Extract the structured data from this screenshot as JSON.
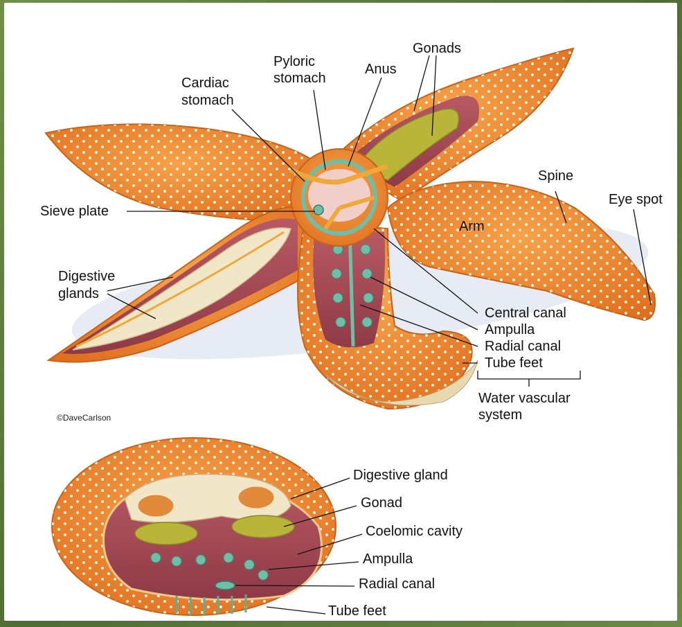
{
  "labels": {
    "pyloric_stomach": [
      "Pyloric",
      "stomach"
    ],
    "gonads": "Gonads",
    "anus": "Anus",
    "cardiac_stomach": [
      "Cardiac",
      "stomach"
    ],
    "spine": "Spine",
    "eye_spot": "Eye spot",
    "sieve_plate": "Sieve plate",
    "arm": "Arm",
    "digestive_glands": [
      "Digestive",
      "glands"
    ],
    "central_canal": "Central canal",
    "ampulla": "Ampulla",
    "radial_canal": "Radial canal",
    "tube_feet": "Tube feet",
    "water_vascular_system": [
      "Water vascular",
      "system"
    ]
  },
  "cross_section_labels": {
    "digestive_gland": "Digestive gland",
    "gonad": "Gonad",
    "coelomic_cavity": "Coelomic cavity",
    "ampulla": "Ampulla",
    "radial_canal": "Radial canal",
    "tube_feet": "Tube feet"
  },
  "credit": "©DaveCarlson",
  "colors": {
    "skin": "#f08a2a",
    "skin_dark": "#d9661a",
    "inner_cavity": "#a64a55",
    "gonad": "#b9b538",
    "digestive": "#f1e6c8",
    "water_vascular": "#6fbfa8",
    "stomach": "#f2cfc8",
    "frame": "#5d7a3e"
  }
}
